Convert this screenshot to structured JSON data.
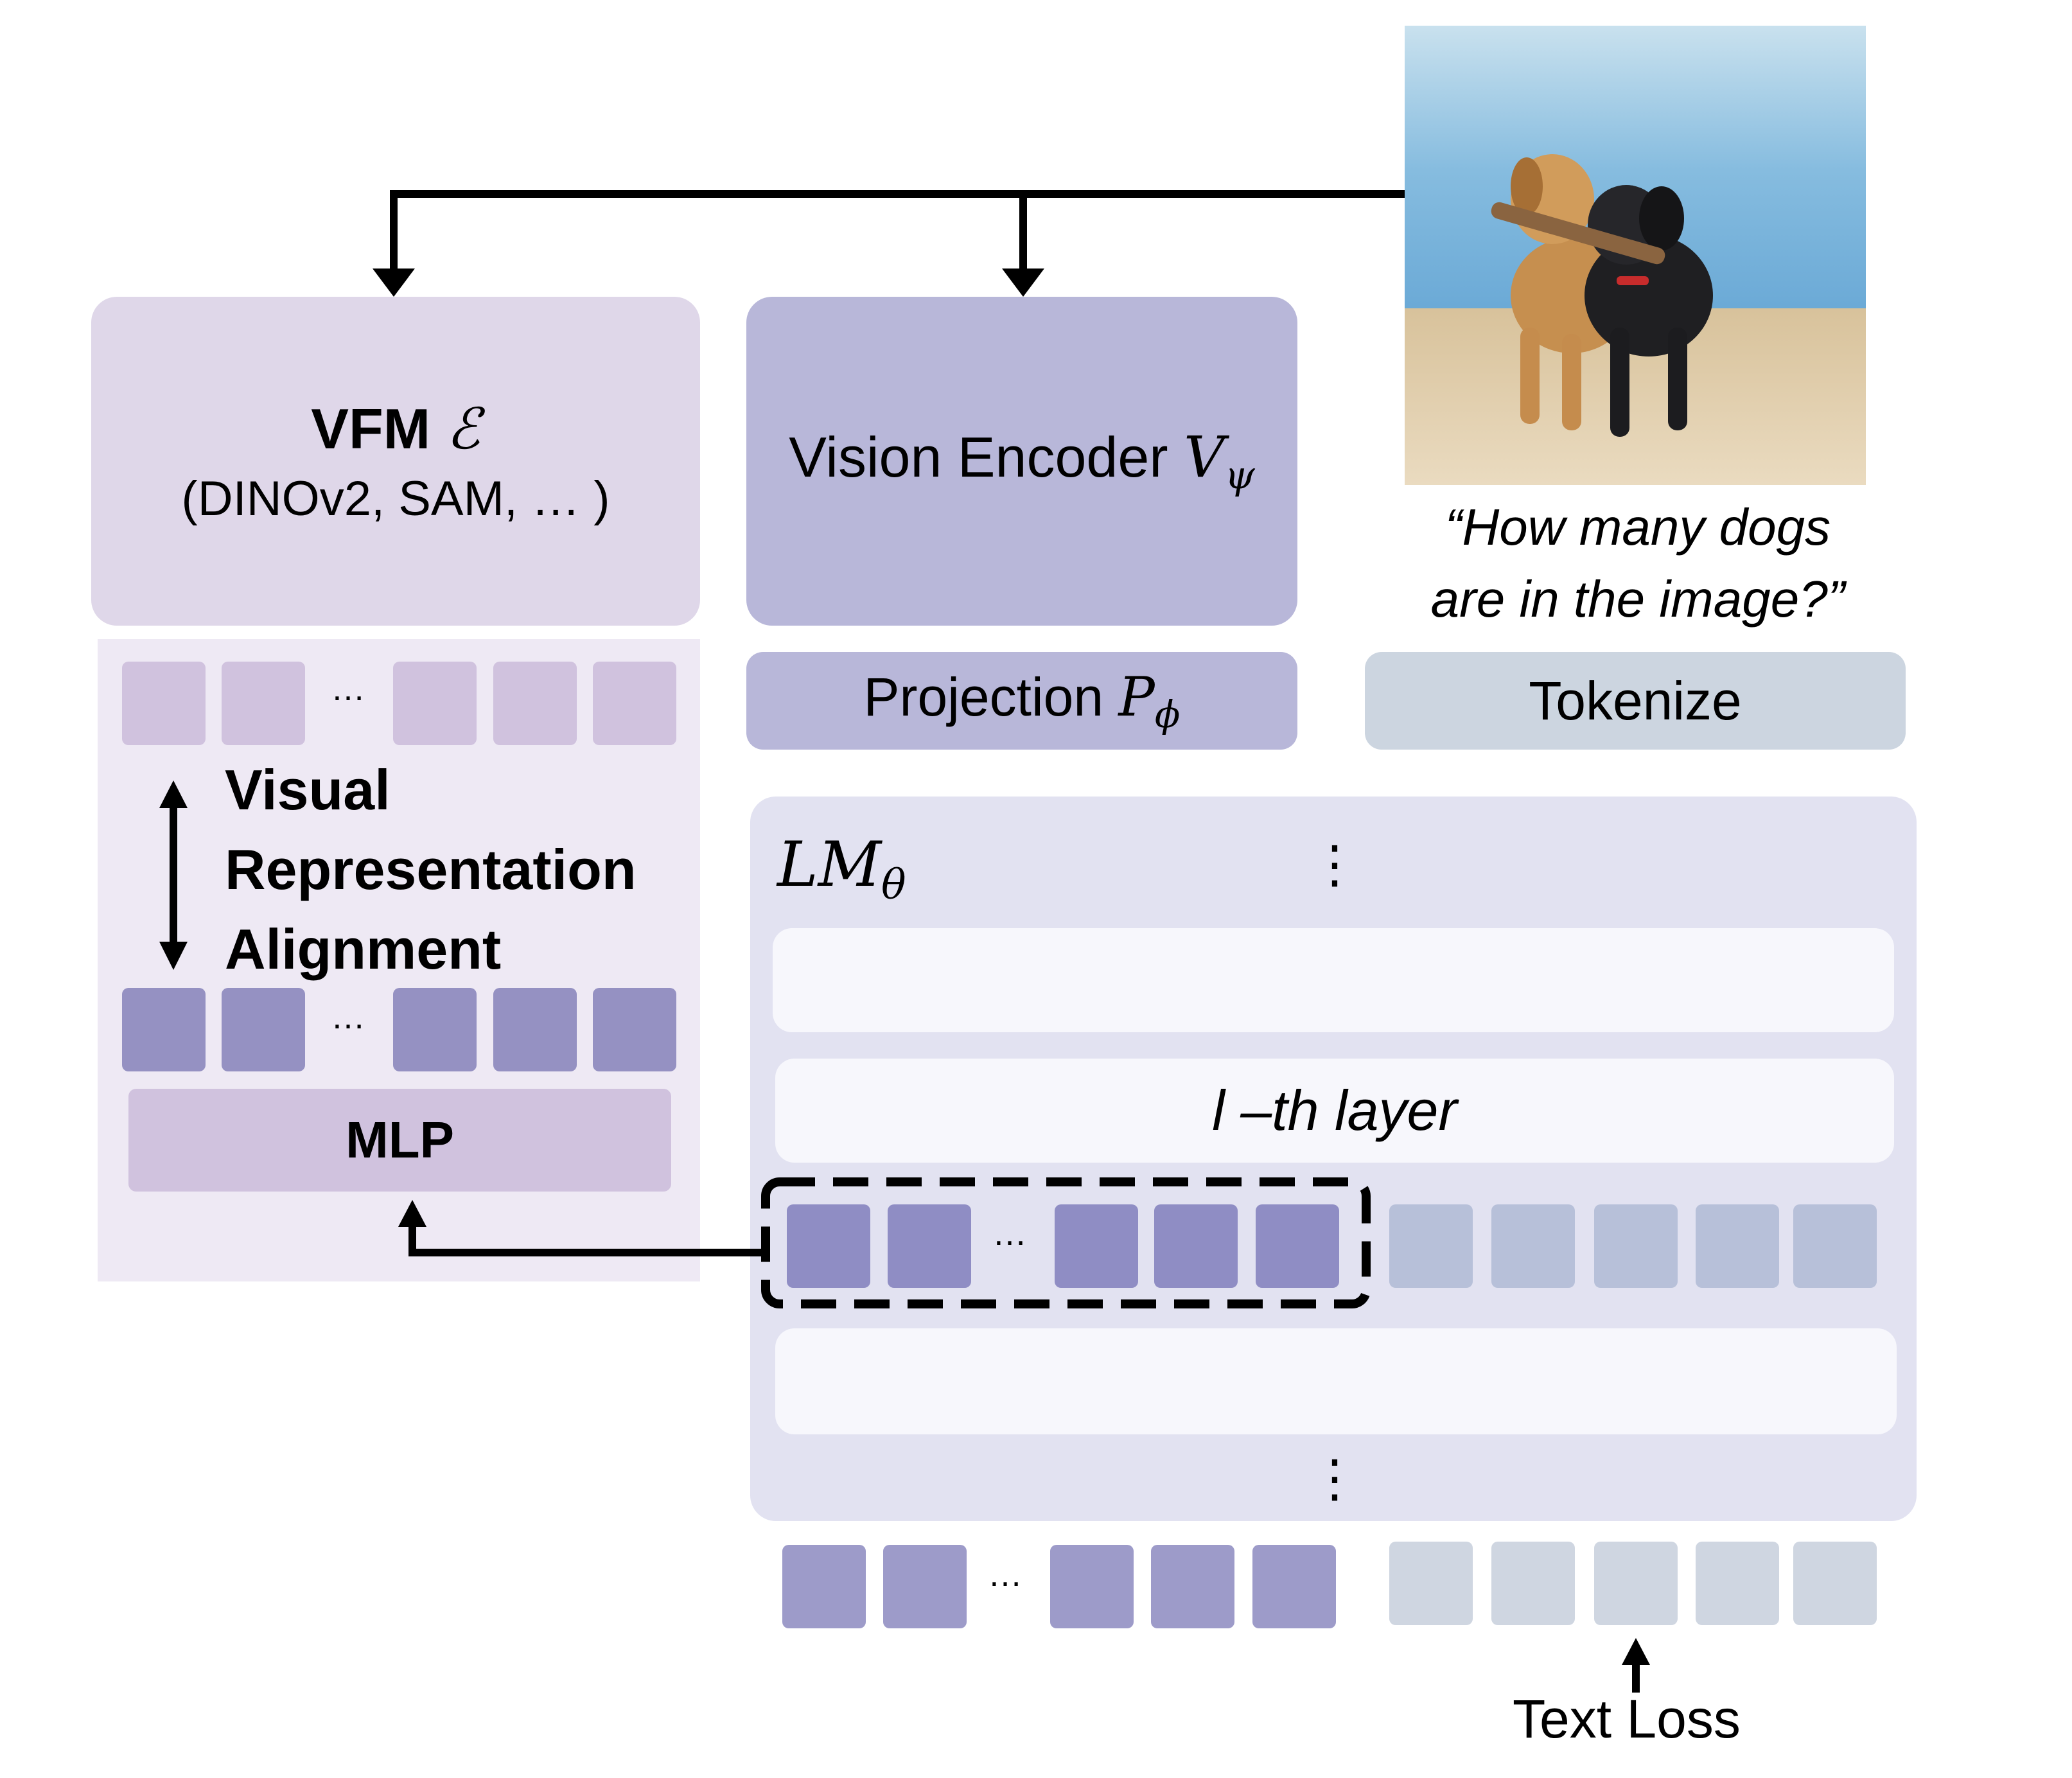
{
  "vfm": {
    "title": "VFM",
    "symbol": "ℰ",
    "subtitle": "(DINOv2, SAM, … )"
  },
  "vision_encoder": {
    "label": "Vision Encoder",
    "symbol": "V",
    "subscript": "ψ"
  },
  "projection": {
    "label": "Projection",
    "symbol": "P",
    "subscript": "ϕ"
  },
  "tokenize": {
    "label": "Tokenize"
  },
  "question": {
    "line1": "“How many dogs",
    "line2": "are in the image?”"
  },
  "alignment": {
    "line1": "Visual",
    "line2": "Representation",
    "line3": "Alignment"
  },
  "mlp": {
    "label": "MLP"
  },
  "lm": {
    "symbol": "LM",
    "subscript": "θ",
    "layer_label": "l –th layer"
  },
  "ellipsis": "…",
  "vdots": "⋮",
  "text_loss": "Text Loss",
  "colors": {
    "vfm_box": "#dfd7e9",
    "vfm_panel": "#eee9f4",
    "vfm_tokens_light": "#d0c2de",
    "mlp_tokens": "#9591c2",
    "encoder_box": "#b8b7d9",
    "tokenize_box": "#ccd5e0",
    "lm_panel": "#e2e2f1",
    "layer_row": "#f7f7fc",
    "visual_token": "#8f8dc4",
    "text_token_mid": "#b7c0d9",
    "text_token_bottom": "#cfd6e1"
  },
  "icons": {
    "image": "photo-of-two-dogs-icon"
  }
}
